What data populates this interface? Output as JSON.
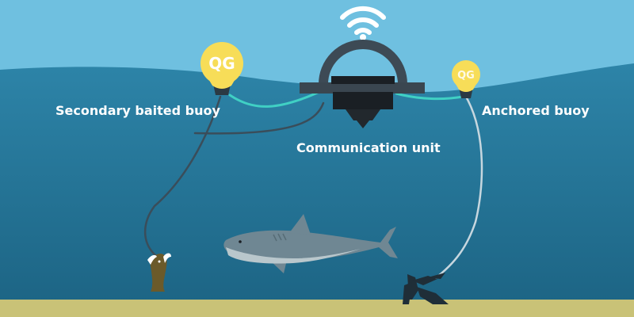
{
  "labels": {
    "secondary_buoy": "Secondary baited buoy",
    "communication_unit": "Communication unit",
    "anchored_buoy": "Anchored buoy"
  },
  "buoys": {
    "secondary_logo": "QG",
    "anchored_logo": "QG"
  },
  "icons": {
    "signal": "wifi-signal-icon",
    "shark": "shark",
    "bait": "bait-fish",
    "anchor": "anchor"
  },
  "colors": {
    "sky": "#6fc0e0",
    "sea": "#2a7ea1",
    "sea_deep": "#1f6a8a",
    "seabed": "#c9c277",
    "buoy": "#f7dd58",
    "cable": "#40d0c4"
  }
}
